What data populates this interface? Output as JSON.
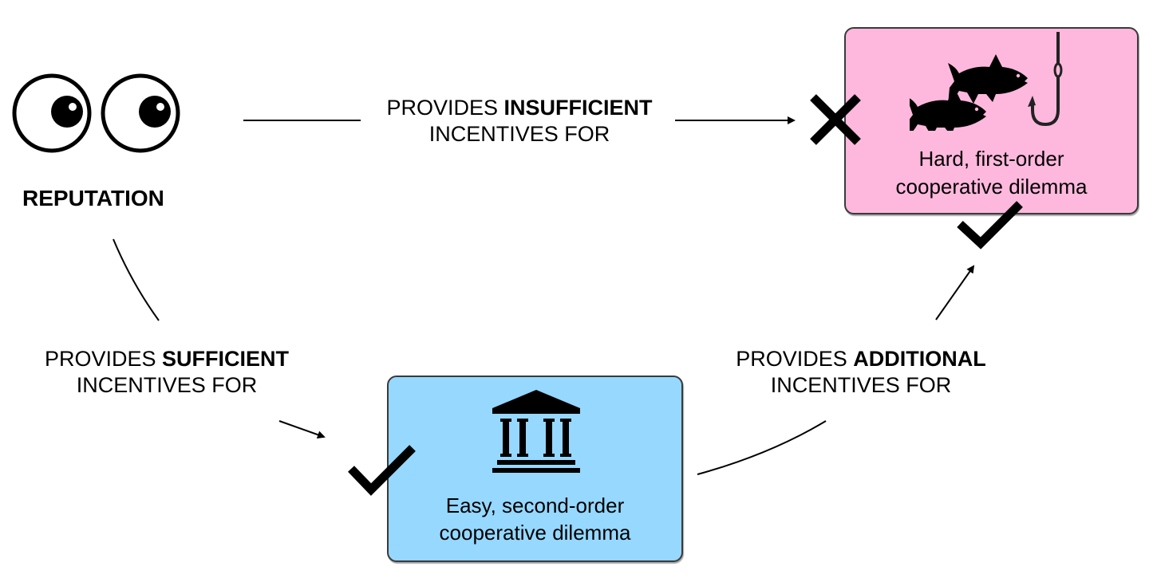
{
  "nodes": {
    "reputation": {
      "label": "REPUTATION",
      "icon": "eyes-icon"
    },
    "hard_dilemma": {
      "line1": "Hard, first-order",
      "line2": "cooperative dilemma",
      "icon": "fish-and-hook-icon",
      "color": "#FFB8DD",
      "status_icon": "checkmark-icon"
    },
    "easy_dilemma": {
      "line1": "Easy, second-order",
      "line2": "cooperative dilemma",
      "icon": "institution-building-icon",
      "color": "#96D8FF",
      "status_icon": "checkmark-icon"
    }
  },
  "edges": {
    "insufficient": {
      "prefix": "PROVIDES ",
      "emphasis": "INSUFFICIENT",
      "line2": "INCENTIVES FOR",
      "from": "reputation",
      "to": "hard_dilemma",
      "mark": "cross-icon"
    },
    "sufficient": {
      "prefix": "PROVIDES ",
      "emphasis": "SUFFICIENT",
      "line2": "INCENTIVES FOR",
      "from": "reputation",
      "to": "easy_dilemma",
      "mark": "checkmark-icon"
    },
    "additional": {
      "prefix": "PROVIDES ",
      "emphasis": "ADDITIONAL",
      "line2": "INCENTIVES FOR",
      "from": "easy_dilemma",
      "to": "hard_dilemma",
      "mark": "checkmark-icon"
    }
  }
}
